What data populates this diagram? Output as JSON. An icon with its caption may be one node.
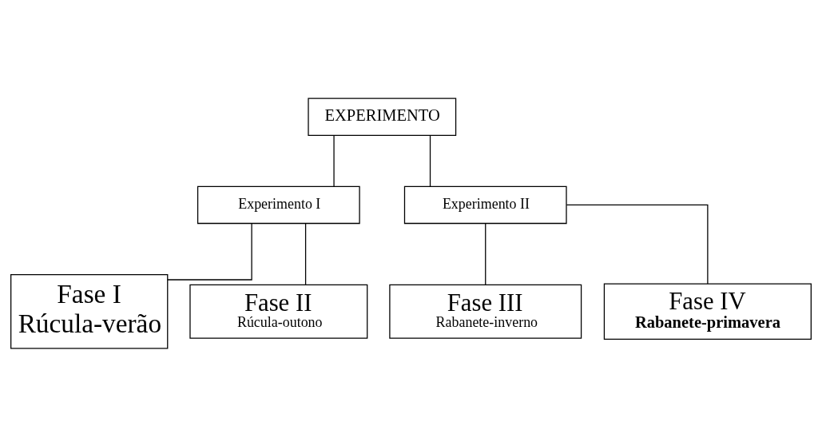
{
  "diagram": {
    "nodes": [
      {
        "text": [
          "EXPERIMENTO"
        ]
      },
      {
        "text": [
          "Experimento I"
        ]
      },
      {
        "text": [
          "Experimento II"
        ]
      },
      {
        "text": [
          "Fase I",
          "Rúcula-verão"
        ]
      },
      {
        "text": [
          "Fase II",
          "Rúcula-outono"
        ]
      },
      {
        "text": [
          "Fase III",
          "Rabanete-inverno"
        ]
      },
      {
        "text": [
          "Fase IV",
          "Rabanete-primavera"
        ]
      }
    ],
    "edges": [
      {
        "from": 0,
        "to": 1,
        "arrow": "none"
      },
      {
        "from": 0,
        "to": 2,
        "arrow": "none"
      },
      {
        "from": 1,
        "to": 3,
        "arrow": "none"
      },
      {
        "from": 1,
        "to": 4,
        "arrow": "none"
      },
      {
        "from": 2,
        "to": 5,
        "arrow": "none"
      },
      {
        "from": 2,
        "to": 6,
        "arrow": "none"
      }
    ]
  }
}
